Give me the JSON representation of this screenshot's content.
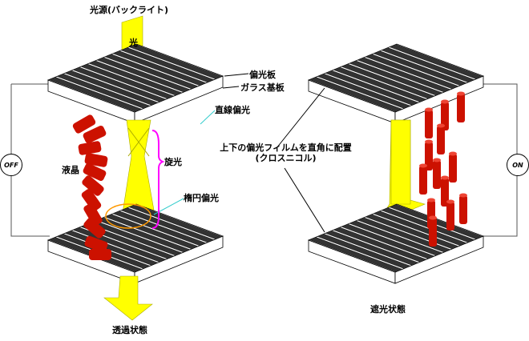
{
  "left": {
    "light_source": "光源(バックライト)",
    "light": "光",
    "polarizer": "偏光板",
    "glass_substrate": "ガラス基板",
    "linear_polarization": "直線偏光",
    "optical_rotation": "旋光",
    "elliptical_polarization": "楕円偏光",
    "liquid_crystal": "液晶",
    "switch": "OFF",
    "state": "透過状態"
  },
  "right": {
    "note_line1": "上下の偏光フィルムを直角に配置",
    "note_line2": "(クロスニコル)",
    "switch": "ON",
    "state": "遮光状態"
  },
  "colors": {
    "light": "#ffff00",
    "crystal": "#cc1100",
    "stripe": "#333333",
    "cyan_pointer": "#33cccc",
    "magenta_brace": "#ff00ff",
    "orange_ellipse": "#ff9900"
  }
}
